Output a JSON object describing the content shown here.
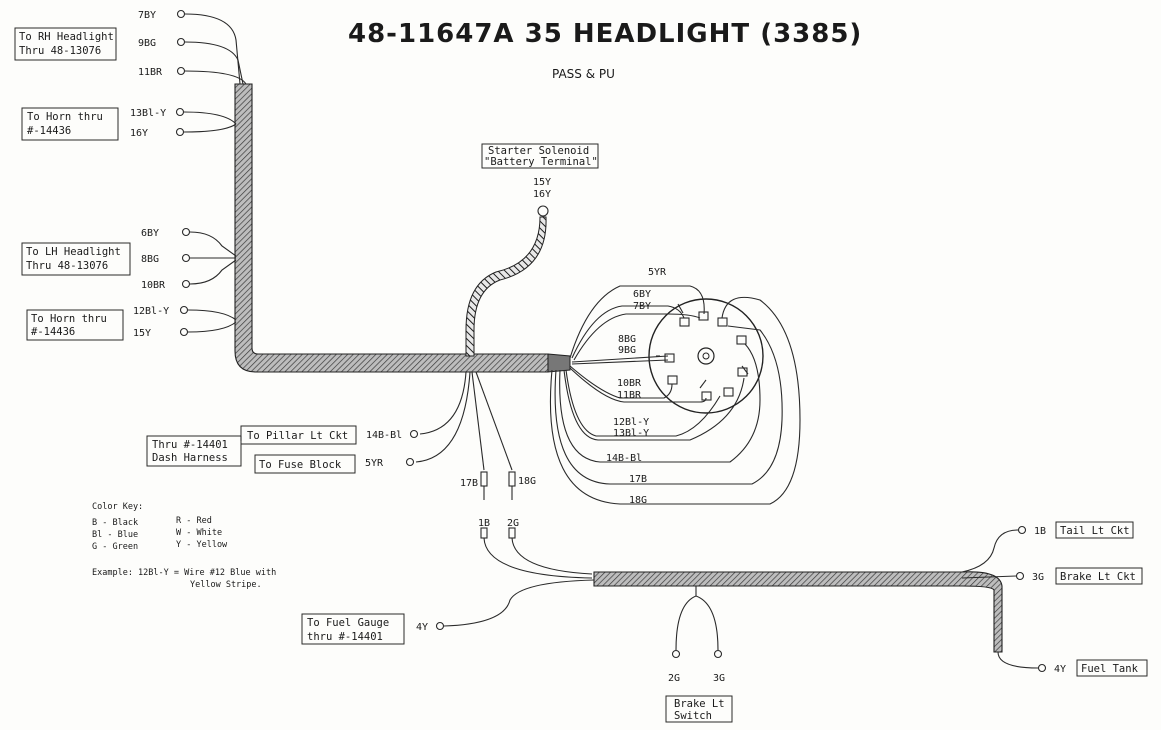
{
  "title": "48-11647A  35 HEADLIGHT (3385)",
  "subtitle": "PASS & PU",
  "boxes": {
    "rh_headlight": [
      "To RH Headlight",
      "Thru 48-13076"
    ],
    "horn_top": [
      "To Horn thru",
      "#-14436"
    ],
    "lh_headlight": [
      "To LH Headlight",
      "Thru 48-13076"
    ],
    "horn_bottom": [
      "To Horn thru",
      "#-14436"
    ],
    "solenoid": [
      "Starter Solenoid",
      "\"Battery Terminal\""
    ],
    "dash": [
      "Thru #-14401",
      "Dash Harness"
    ],
    "pillar": "To Pillar Lt Ckt",
    "fuse": "To Fuse Block",
    "fuel_gauge": [
      "To Fuel Gauge",
      "thru #-14401"
    ],
    "brake_switch": [
      "Brake Lt",
      "Switch"
    ],
    "tail": "Tail Lt Ckt",
    "brake_ckt": "Brake Lt Ckt",
    "fuel_tank": "Fuel Tank"
  },
  "wires": {
    "w7by": "7BY",
    "w9bg": "9BG",
    "w11br": "11BR",
    "w13bly": "13Bl-Y",
    "w16y": "16Y",
    "w6by": "6BY",
    "w8bg": "8BG",
    "w10br": "10BR",
    "w12bly": "12Bl-Y",
    "w15y": "15Y",
    "sol15y": "15Y",
    "sol16y": "16Y",
    "sw5yr": "5YR",
    "sw6by": "6BY",
    "sw7by": "7BY",
    "sw8bg": "8BG",
    "sw9bg": "9BG",
    "sw10br": "10BR",
    "sw11br": "11BR",
    "sw12bly": "12Bl-Y",
    "sw13bly": "13Bl-Y",
    "sw14bbl": "14B-Bl",
    "sw17b": "17B",
    "sw18g": "18G",
    "pillar14bbl": "14B-Bl",
    "fuse5yr": "5YR",
    "c17b": "17B",
    "c18g": "18G",
    "c1b": "1B",
    "c2g": "2G",
    "fuel4y": "4Y",
    "bs2g": "2G",
    "bs3g": "3G",
    "tail1b": "1B",
    "brake3g": "3G",
    "tank4y": "4Y"
  },
  "color_key": {
    "heading": "Color Key:",
    "col1": [
      "B - Black",
      "Bl - Blue",
      "G - Green"
    ],
    "col2": [
      "R - Red",
      "W - White",
      "Y - Yellow"
    ],
    "example": [
      "Example: 12Bl-Y = Wire #12 Blue with",
      "Yellow Stripe."
    ]
  }
}
